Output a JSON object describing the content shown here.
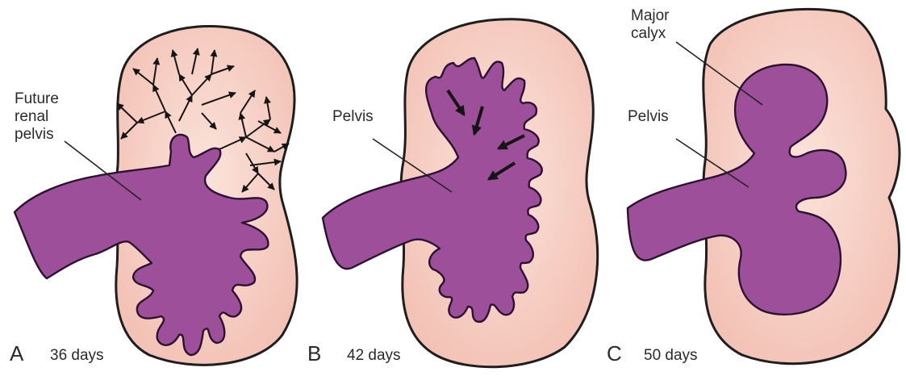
{
  "panels": [
    {
      "letter": "A",
      "days": "36 days",
      "label": "Future renal pelvis",
      "label_lines": [
        "Future",
        "renal",
        "pelvis"
      ]
    },
    {
      "letter": "B",
      "days": "42 days",
      "label": "Pelvis"
    },
    {
      "letter": "C",
      "days": "50 days",
      "label_major": "Major calyx",
      "label_major_lines": [
        "Major",
        "calyx"
      ],
      "label_pelvis": "Pelvis"
    }
  ],
  "colors": {
    "kidney_fill": "#f6cfc4",
    "pelvis_fill": "#9e4f9a",
    "outline": "#1e1e1e"
  }
}
